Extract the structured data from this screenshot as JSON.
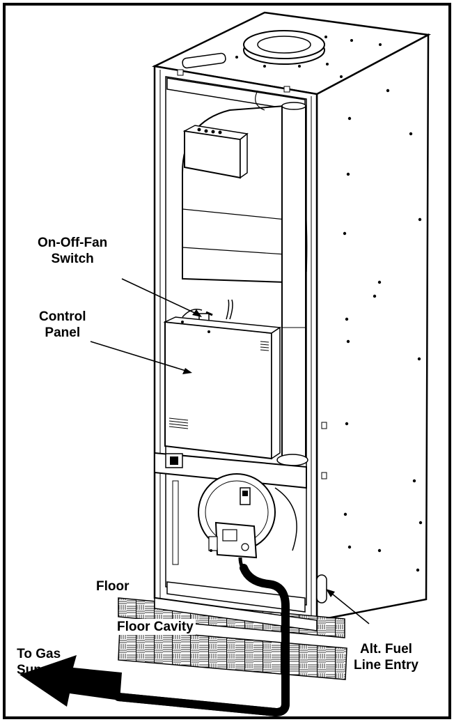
{
  "labels": {
    "fan_switch": [
      "On-Off-Fan",
      "Switch"
    ],
    "control_panel": [
      "Control",
      "Panel"
    ],
    "floor": "Floor",
    "floor_cavity": "Floor Cavity",
    "alt_fuel": [
      "Alt. Fuel",
      "Line Entry"
    ],
    "gas_supply": [
      "To Gas",
      "Supply"
    ]
  },
  "colors": {
    "ink": "#000000",
    "paper": "#ffffff",
    "cabinet_side": "#ffffff",
    "shadow": "#e8e8e8"
  }
}
